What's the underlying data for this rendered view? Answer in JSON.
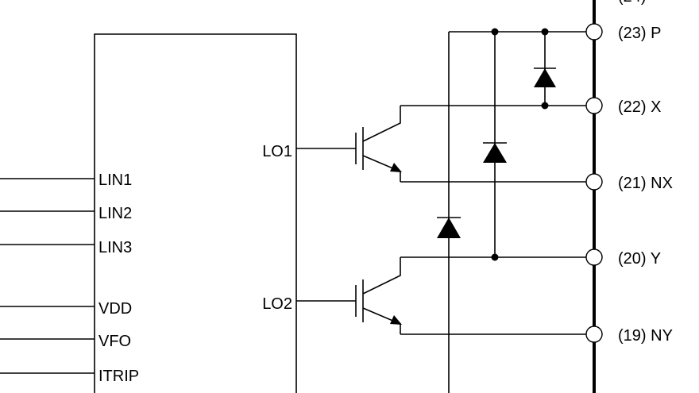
{
  "ic_pins": {
    "inputs": [
      "LIN1",
      "LIN2",
      "LIN3",
      "VDD",
      "VFO",
      "ITRIP"
    ],
    "outputs": [
      "LO1",
      "LO2"
    ]
  },
  "terminals": [
    {
      "id": "P",
      "label": "(23) P"
    },
    {
      "id": "X",
      "label": "(22) X"
    },
    {
      "id": "NX",
      "label": "(21) NX"
    },
    {
      "id": "Y",
      "label": "(20) Y"
    },
    {
      "id": "NY",
      "label": "(19) NY"
    }
  ]
}
